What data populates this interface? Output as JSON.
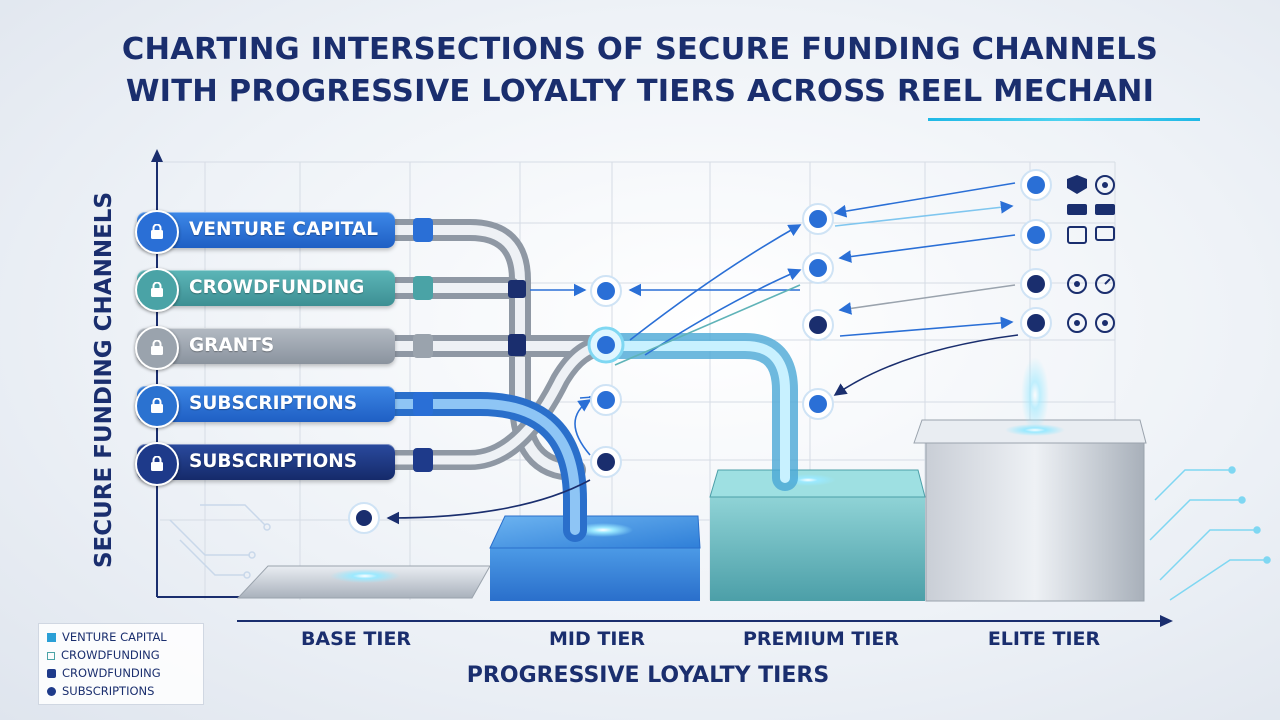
{
  "title": {
    "line1": "CHARTING INTERSECTIONS OF SECURE FUNDING CHANNELS",
    "line2": "WITH PROGRESSIVE LOYALTY TIERS ACROSS REEL MECHANI"
  },
  "y_axis_title": "SECURE FUNDING CHANNELS",
  "x_axis_title": "PROGRESSIVE LOYALTY TIERS",
  "channels": [
    {
      "label": "VENTURE CAPITAL",
      "color": "#2a6fd6"
    },
    {
      "label": "CROWDFUNDING",
      "color": "#4aa3a6"
    },
    {
      "label": "GRANTS",
      "color": "#9aa3ad"
    },
    {
      "label": "SUBSCRIPTIONS",
      "color": "#2b72d0"
    },
    {
      "label": "SUBSCRIPTIONS",
      "color": "#1e3a8a"
    }
  ],
  "tiers": [
    {
      "label": "BASE TIER"
    },
    {
      "label": "MID TIER"
    },
    {
      "label": "PREMIUM TIER"
    },
    {
      "label": "ELITE TIER"
    }
  ],
  "legend": [
    {
      "label": "VENTURE CAPITAL",
      "icon": "square-icon"
    },
    {
      "label": "CROWDFUNDING",
      "icon": "square-outline-icon"
    },
    {
      "label": "CROWDFUNDING",
      "icon": "lock-icon"
    },
    {
      "label": "SUBSCRIPTIONS",
      "icon": "shield-icon"
    }
  ],
  "colors": {
    "navy": "#1a2e6e",
    "accent_cyan": "#1fb8e6",
    "tier_mid": "#3f8fe0",
    "tier_premium": "#5fb3b8",
    "tier_elite": "#b9c0c9"
  }
}
